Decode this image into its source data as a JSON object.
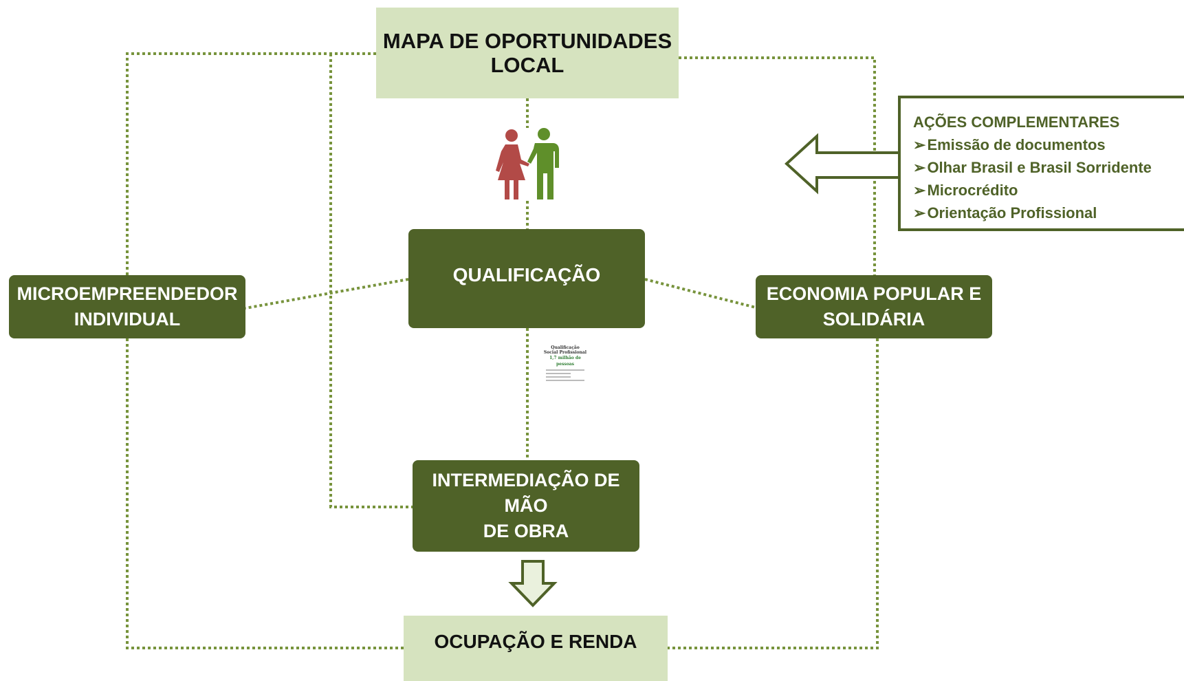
{
  "nodes": {
    "mapa": "MAPA DE OPORTUNIDADES\nLOCAL",
    "qualificacao": "QUALIFICAÇÃO",
    "mei": "MICROEMPREENDEDOR\nINDIVIDUAL",
    "eps": "ECONOMIA POPULAR  E\nSOLIDÁRIA",
    "intermediacao": "INTERMEDIAÇÃO DE MÃO\nDE OBRA",
    "ocupacao": "OCUPAÇÃO E RENDA"
  },
  "acoes": {
    "title": "AÇÕES COMPLEMENTARES",
    "bullet": "➢",
    "items": [
      "Emissão de documentos",
      "Olhar Brasil e Brasil Sorridente",
      "Microcrédito",
      "Orientação Profissional"
    ]
  },
  "thumbnail": {
    "line1": "Qualificação",
    "line2": "Social Profissional",
    "line3": "1,7 milhão de pessoas"
  },
  "colors": {
    "dark_green": "#4f6228",
    "light_green": "#d6e3bf",
    "connector": "#77933c",
    "woman": "#b24a47",
    "man": "#5f8f2a"
  },
  "icons": {
    "people": "woman-and-man-icon",
    "arrow_down": "arrow-down-icon",
    "arrow_left": "arrow-left-icon"
  }
}
